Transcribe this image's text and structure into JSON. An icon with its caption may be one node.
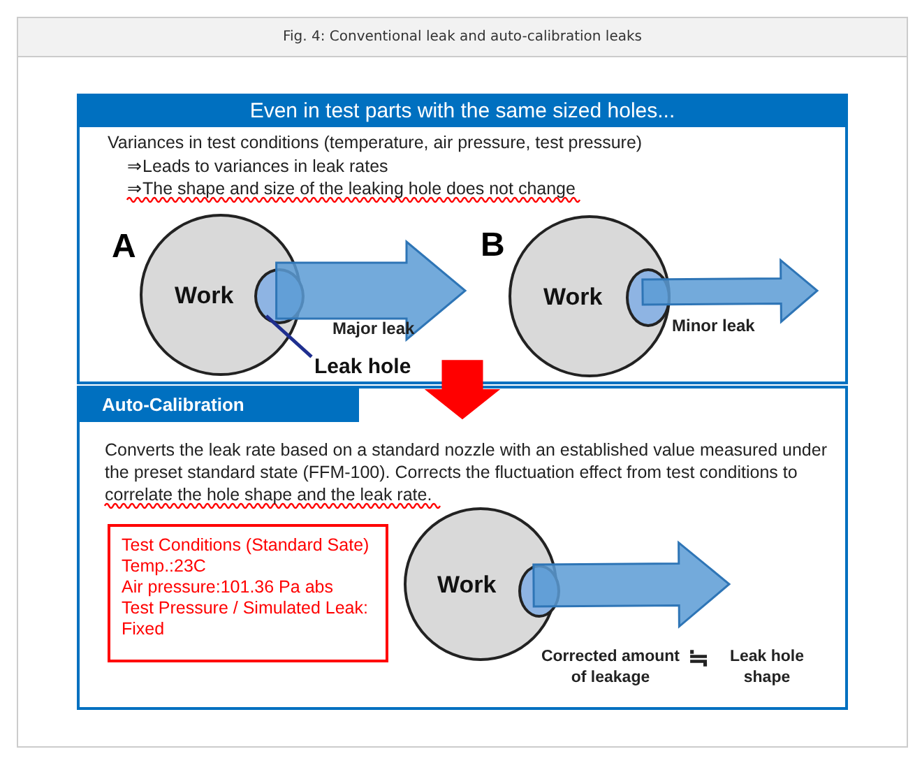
{
  "diagram": {
    "title": "Fig. 4: Conventional leak and auto-calibration leaks",
    "nodes": [
      {
        "text": [
          "Even in test parts with the same sized holes...",
          "Variances in test conditions (temperature, air pressure, test pressure)",
          "⇒Leads to variances in leak rates",
          "⇒The shape and size of the leaking hole does not change"
        ]
      },
      {
        "text": [
          "Work"
        ],
        "beside": [
          "A"
        ],
        "in": 0
      },
      {
        "text": [],
        "shape": "circle",
        "in": 1
      },
      {
        "text": [
          "Leak hole"
        ],
        "in": 0
      },
      {
        "text": [
          "Work"
        ],
        "beside": [
          "B"
        ],
        "in": 0
      },
      {
        "text": [],
        "shape": "circle",
        "in": 4
      },
      {
        "text": [
          "Auto-Calibration",
          "Converts the leak rate based on a standard nozzle with an established value measured under the preset standard state (FFM-100). Corrects the fluctuation effect from test conditions to correlate  the hole shape and the leak rate."
        ]
      },
      {
        "text": [
          "Test Conditions (Standard Sate)",
          "Temp.:23C",
          "Air pressure:101.36 Pa abs",
          "Test Pressure / Simulated Leak: Fixed"
        ],
        "in": 6
      },
      {
        "text": [
          "Work"
        ],
        "in": 6
      },
      {
        "text": [],
        "shape": "circle",
        "in": 8
      }
    ],
    "edges": [
      {
        "from": 2,
        "to": null,
        "arrow": "to",
        "label": "Major leak",
        "style": "thick"
      },
      {
        "from": 3,
        "to": 2,
        "arrow": "none"
      },
      {
        "from": 5,
        "to": null,
        "arrow": "to",
        "label": "Minor leak",
        "style": "thick"
      },
      {
        "from": 0,
        "to": 6,
        "arrow": "to",
        "style": "thick",
        "color": "#ff0000"
      },
      {
        "from": 9,
        "to": null,
        "arrow": "to",
        "style": "thick"
      }
    ],
    "labels": [
      "Corrected amount of leakage",
      "≒",
      "Leak hole shape"
    ]
  }
}
